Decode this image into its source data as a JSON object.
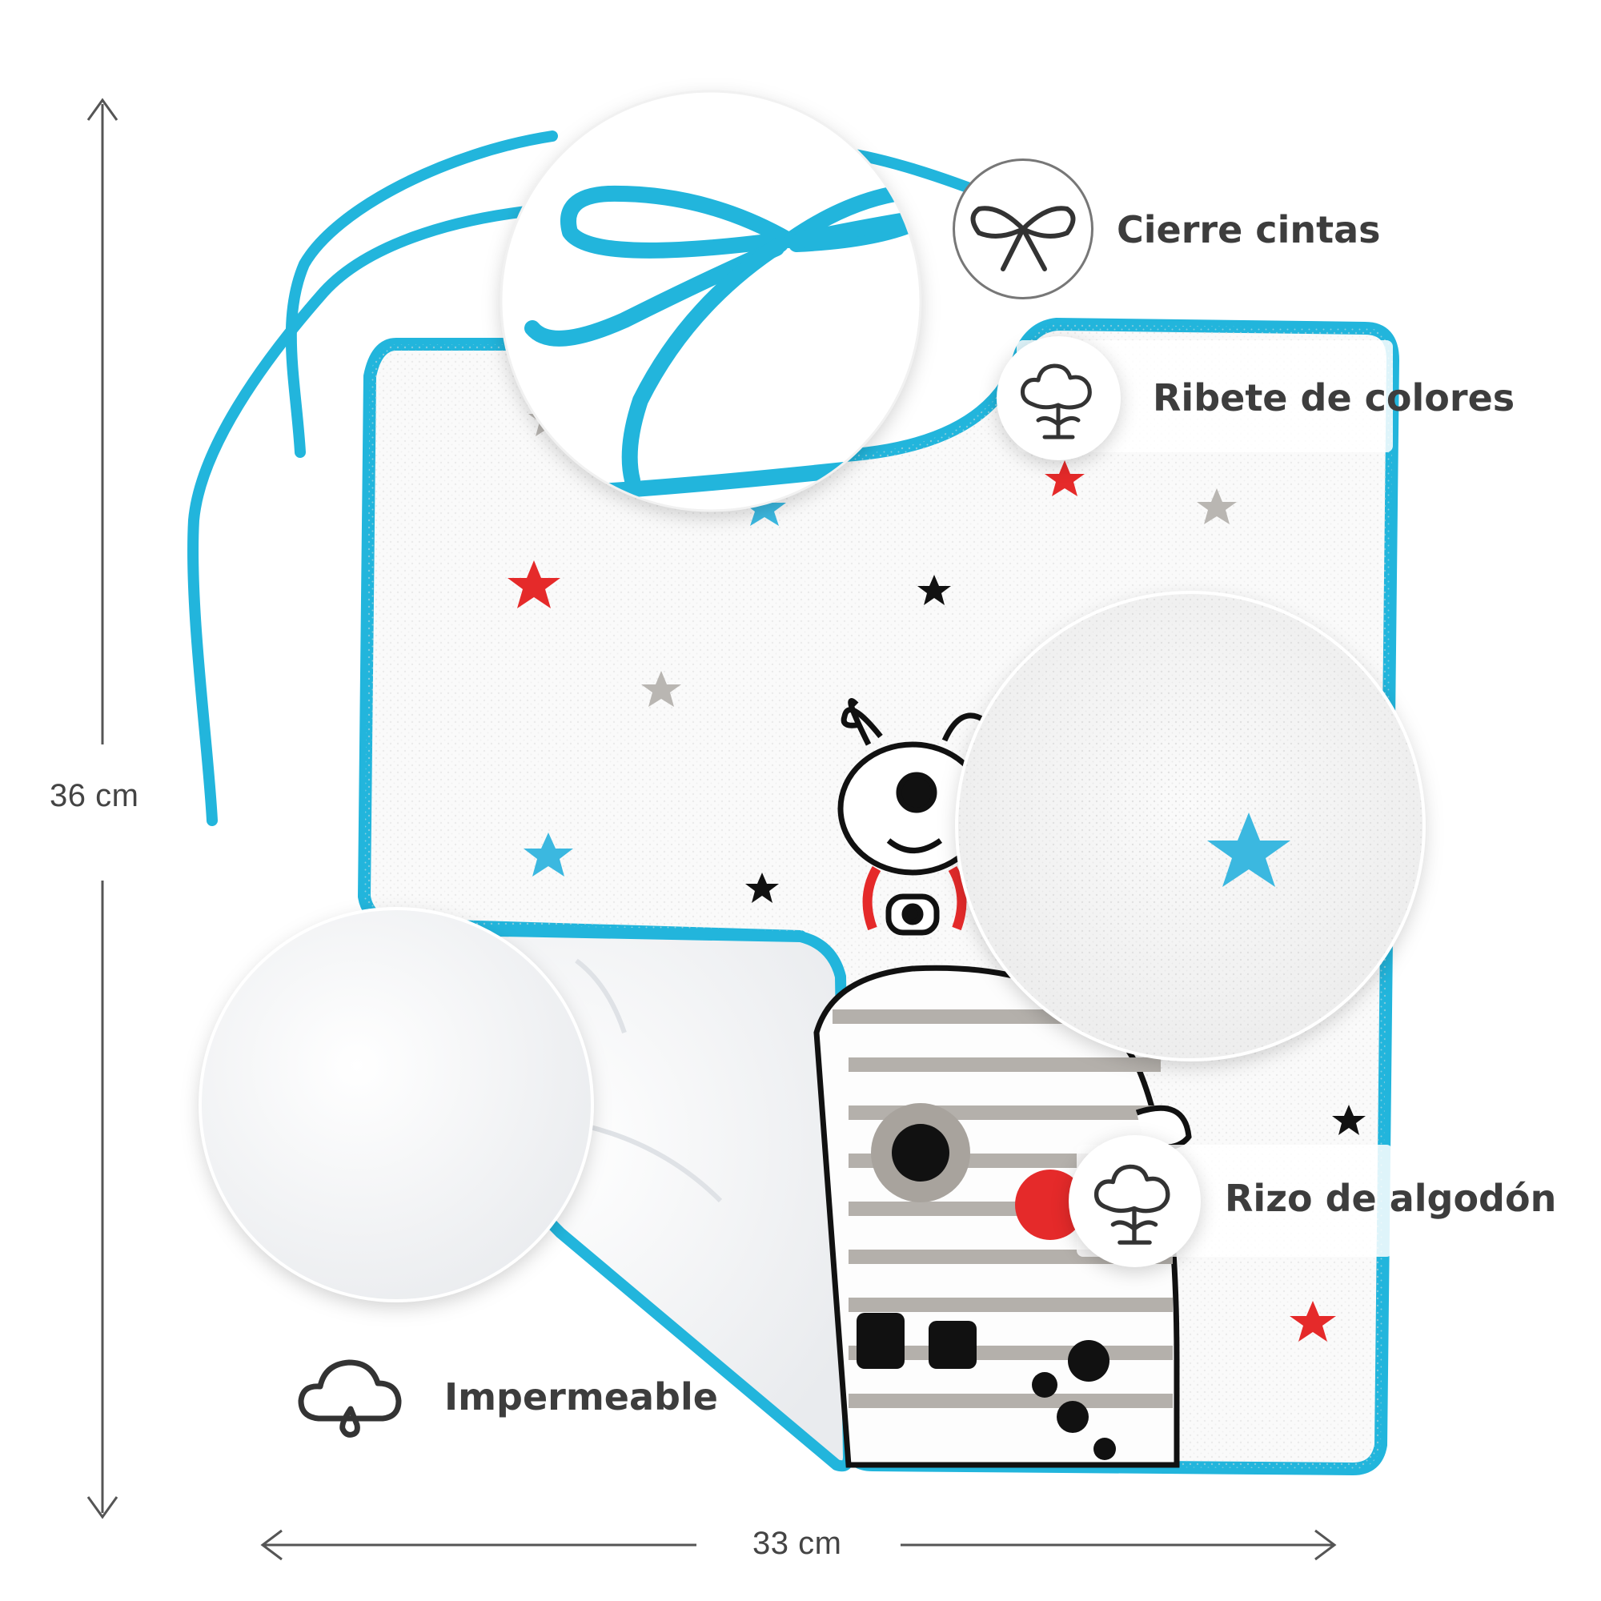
{
  "dimensions": {
    "height_label": "36 cm",
    "width_label": "33 cm"
  },
  "features": [
    {
      "label": "Cierre cintas",
      "icon": "ribbon-bow-icon"
    },
    {
      "label": "Ribete de colores",
      "icon": "cotton-flower-icon"
    },
    {
      "label": "Rizo de algodón",
      "icon": "cotton-flower-icon"
    },
    {
      "label": "Impermeable",
      "icon": "rain-cloud-icon"
    }
  ],
  "colors": {
    "trim": "#22b5dc",
    "star_red": "#e52a2a",
    "star_blue": "#3bb8e0",
    "star_grey": "#b9b6b2",
    "text": "#3d3d3d"
  }
}
